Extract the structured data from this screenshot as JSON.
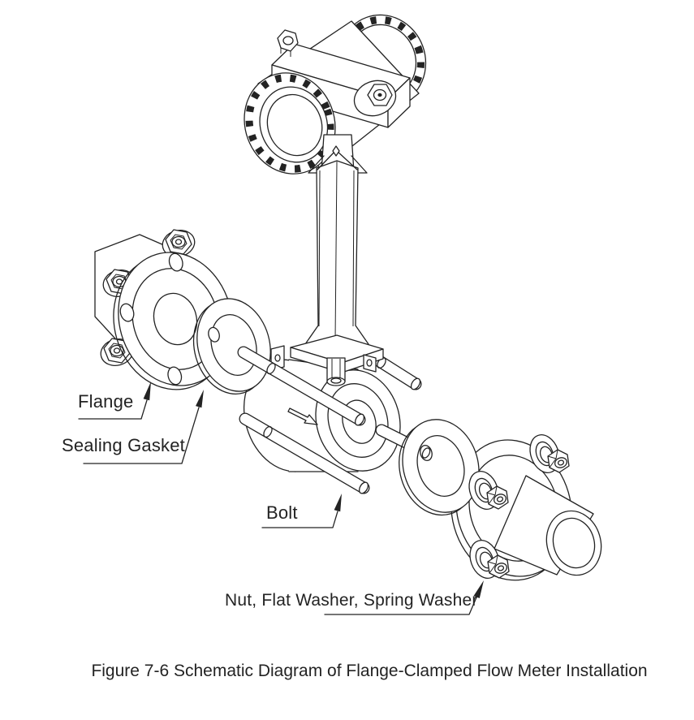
{
  "figure": {
    "caption": "Figure 7-6 Schematic Diagram of Flange-Clamped Flow Meter Installation",
    "labels": {
      "flange": "Flange",
      "sealing_gasket": "Sealing Gasket",
      "bolt": "Bolt",
      "nut_washers": "Nut, Flat Washer, Spring Washer"
    }
  },
  "colors": {
    "line": "#232323",
    "background": "#ffffff"
  }
}
